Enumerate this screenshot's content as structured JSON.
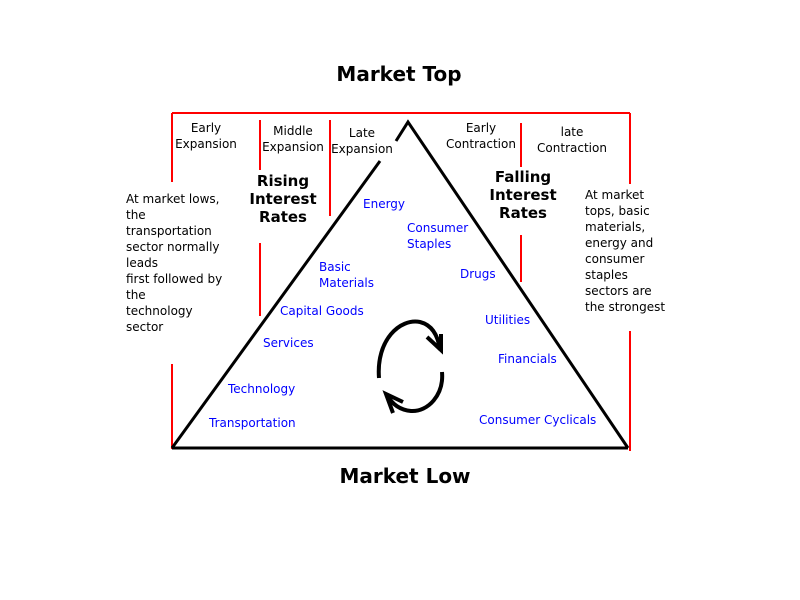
{
  "titles": {
    "top": "Market Top",
    "bottom": "Market Low"
  },
  "phases": [
    {
      "l1": "Early",
      "l2": "Expansion"
    },
    {
      "l1": "Middle",
      "l2": "Expansion"
    },
    {
      "l1": "Late",
      "l2": "Expansion"
    },
    {
      "l1": "Early",
      "l2": "Contraction"
    },
    {
      "l1": "late",
      "l2": "Contraction"
    }
  ],
  "rates": {
    "rising": {
      "l1": "Rising",
      "l2": "Interest",
      "l3": "Rates"
    },
    "falling": {
      "l1": "Falling",
      "l2": "Interest",
      "l3": "Rates"
    }
  },
  "notes": {
    "left": [
      "At market lows,",
      "the",
      "transportation",
      "sector normally",
      "leads",
      "first followed by",
      "the",
      "technology",
      "sector"
    ],
    "right": [
      "At market",
      "tops, basic",
      "materials,",
      "energy and",
      "consumer",
      "staples",
      "sectors are",
      "the strongest"
    ]
  },
  "sectors": {
    "energy": "Energy",
    "consumer_staples": {
      "l1": "Consumer",
      "l2": "Staples"
    },
    "drugs": "Drugs",
    "basic_materials": {
      "l1": "Basic",
      "l2": "Materials"
    },
    "capital_goods": "Capital Goods",
    "utilities": "Utilities",
    "services": "Services",
    "financials": "Financials",
    "technology": "Technology",
    "transportation": "Transportation",
    "consumer_cyclicals": "Consumer Cyclicals"
  },
  "colors": {
    "phase_lines": "#ff0000",
    "sectors": "#0000ff",
    "triangle": "#000000"
  }
}
